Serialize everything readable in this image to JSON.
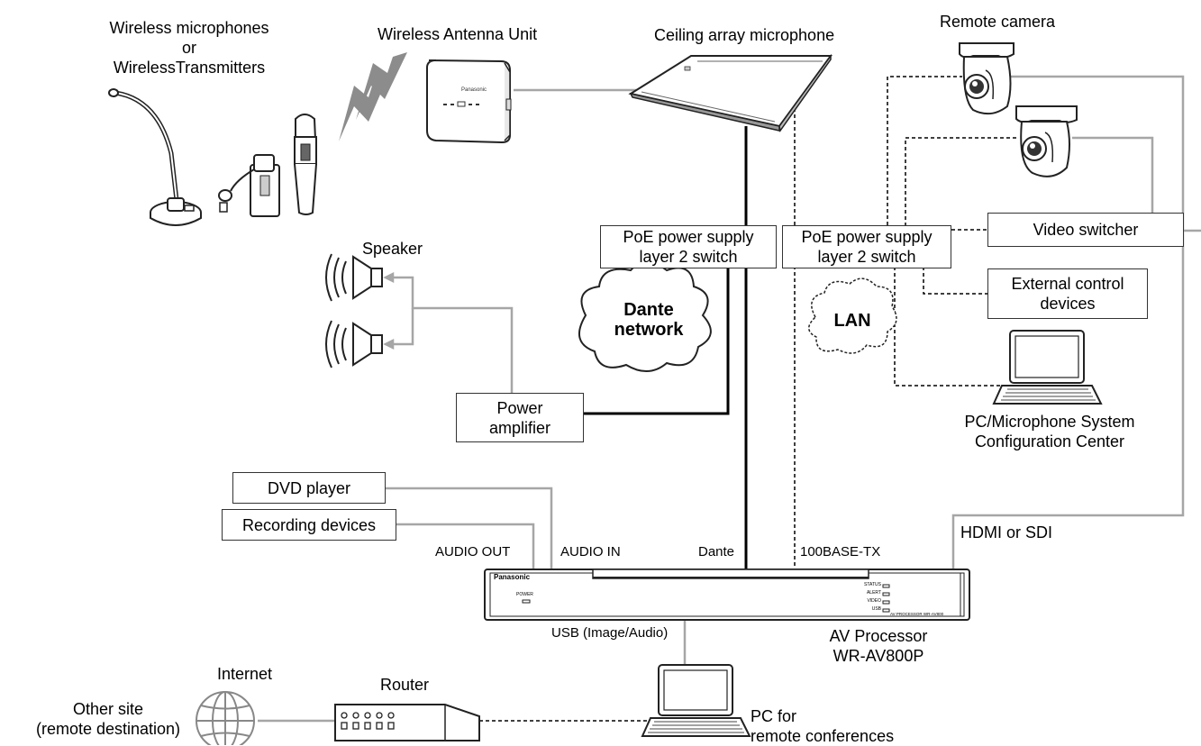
{
  "labels": {
    "wireless_mics_line1": "Wireless microphones",
    "wireless_mics_line2": "or",
    "wireless_mics_line3": "WirelessTransmitters",
    "antenna_unit": "Wireless Antenna Unit",
    "ceiling_mic": "Ceiling array microphone",
    "remote_camera": "Remote camera",
    "speaker": "Speaker",
    "pc_config_line1": "PC/Microphone System",
    "pc_config_line2": "Configuration Center",
    "audio_out": "AUDIO OUT",
    "audio_in": "AUDIO IN",
    "dante": "Dante",
    "base_tx": "100BASE-TX",
    "hdmi_sdi": "HDMI or SDI",
    "usb": "USB (Image/Audio)",
    "av_proc_line1": "AV Processor",
    "av_proc_line2": "WR-AV800P",
    "internet": "Internet",
    "router": "Router",
    "other_site_line1": "Other site",
    "other_site_line2": "(remote destination)",
    "pc_remote_line1": "PC for",
    "pc_remote_line2": "remote conferences"
  },
  "boxes": {
    "poe_left_line1": "PoE power supply",
    "poe_left_line2": "layer 2 switch",
    "poe_right_line1": "PoE power supply",
    "poe_right_line2": "layer 2 switch",
    "video_switcher": "Video switcher",
    "ext_control_line1": "External control",
    "ext_control_line2": "devices",
    "power_amp_line1": "Power",
    "power_amp_line2": "amplifier",
    "dvd_player": "DVD player",
    "recording_devices": "Recording devices"
  },
  "clouds": {
    "dante_line1": "Dante",
    "dante_line2": "network",
    "lan": "LAN"
  },
  "device_text": {
    "brand": "Panasonic",
    "power": "POWER",
    "status": "STATUS",
    "alert": "ALERT",
    "video": "VIDEO",
    "usb": "USB",
    "model": "AV PROCESSOR WR-AV800"
  },
  "colors": {
    "gray_line": "#a6a6a6",
    "black_line": "#000000",
    "antenna_signal": "#888888"
  }
}
